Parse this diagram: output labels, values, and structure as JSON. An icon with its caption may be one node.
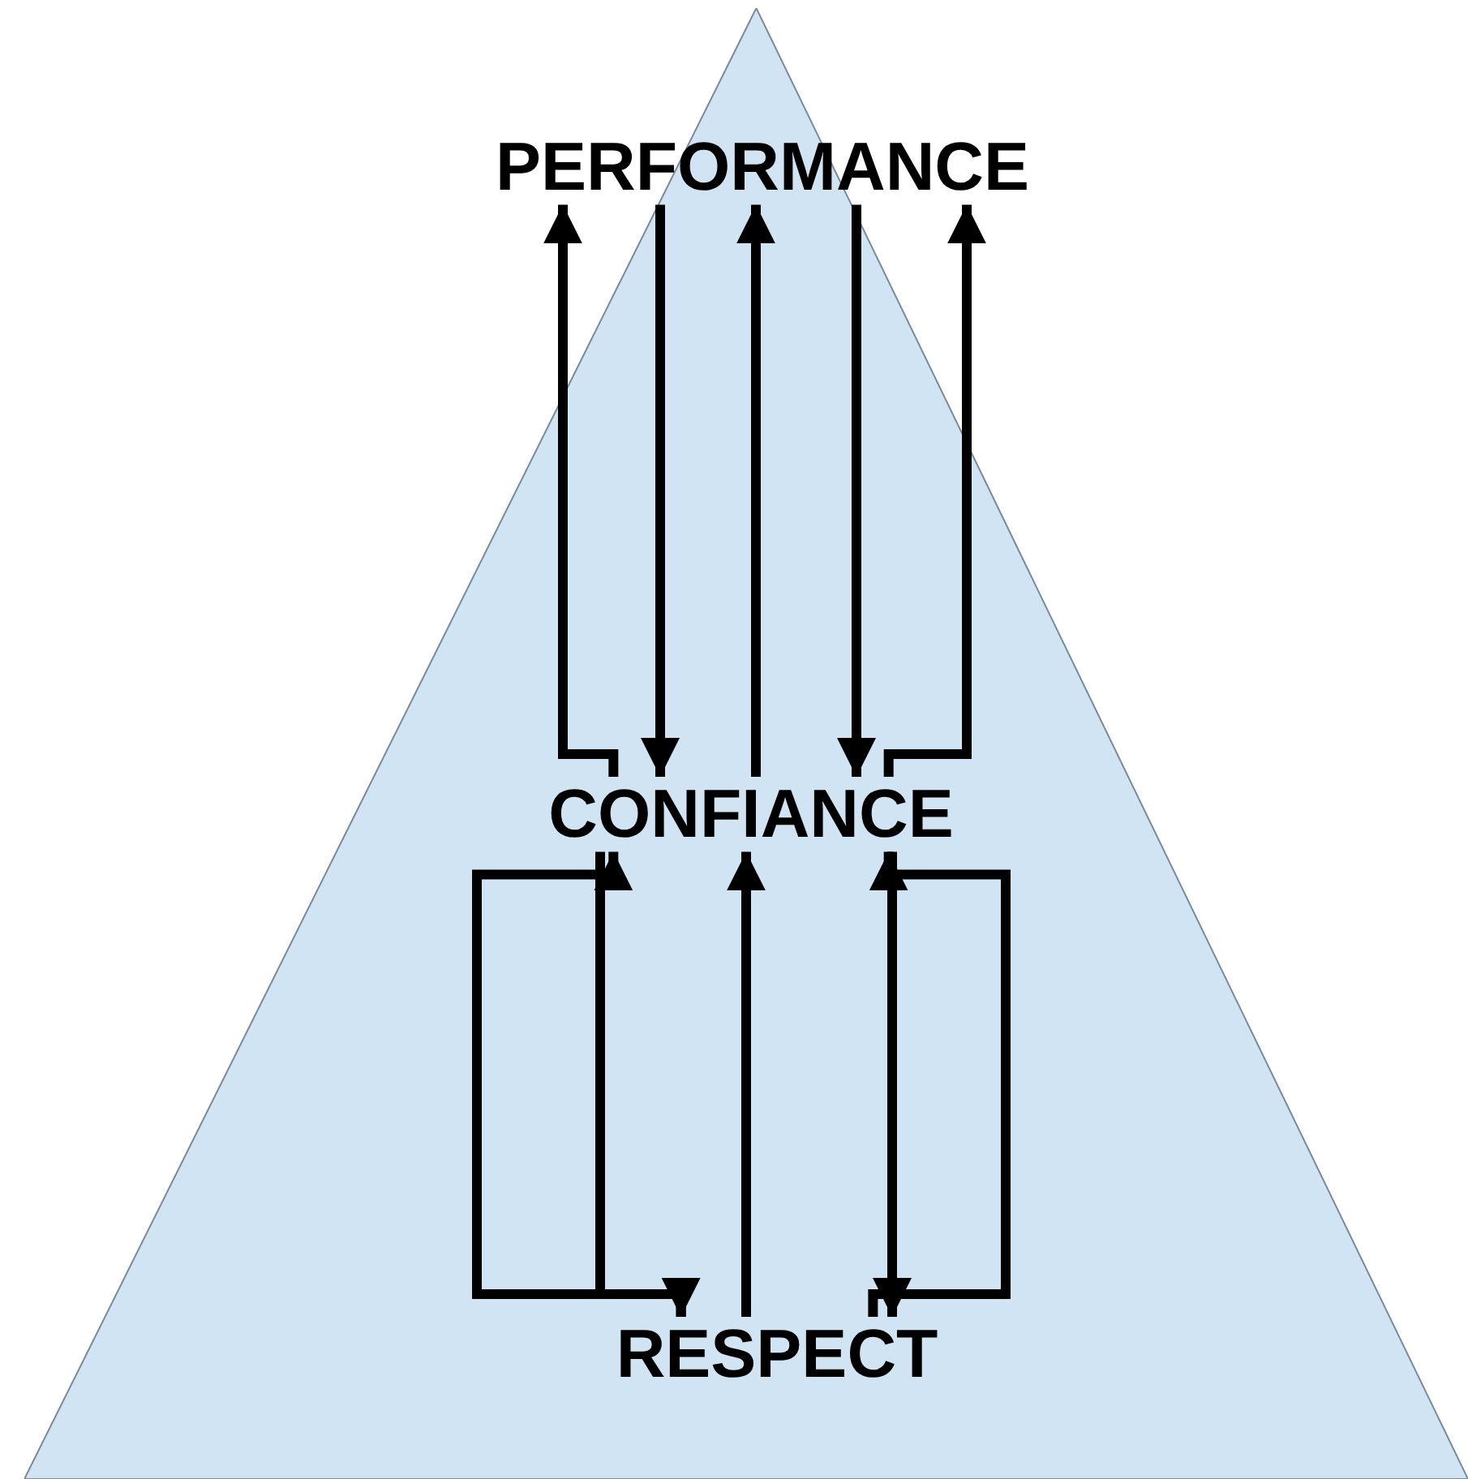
{
  "diagram": {
    "nodes": [
      {
        "text": [],
        "shape": "triangle"
      },
      {
        "text": [
          "PERFORMANCE"
        ],
        "in": 0
      },
      {
        "text": [
          "CONFIANCE"
        ],
        "in": 0
      },
      {
        "text": [
          "RESPECT"
        ],
        "in": 0
      }
    ],
    "edges": [
      {
        "from": 2,
        "to": 1,
        "arrow": "to"
      },
      {
        "from": 1,
        "to": 2,
        "arrow": "to"
      },
      {
        "from": 2,
        "to": 1,
        "arrow": "to"
      },
      {
        "from": 1,
        "to": 2,
        "arrow": "to"
      },
      {
        "from": 2,
        "to": 1,
        "arrow": "to"
      },
      {
        "from": 3,
        "to": 2,
        "arrow": "to"
      },
      {
        "from": 2,
        "to": 3,
        "arrow": "to"
      },
      {
        "from": 3,
        "to": 2,
        "arrow": "to"
      },
      {
        "from": 2,
        "to": 3,
        "arrow": "to"
      },
      {
        "from": 3,
        "to": 2,
        "arrow": "to"
      }
    ]
  }
}
